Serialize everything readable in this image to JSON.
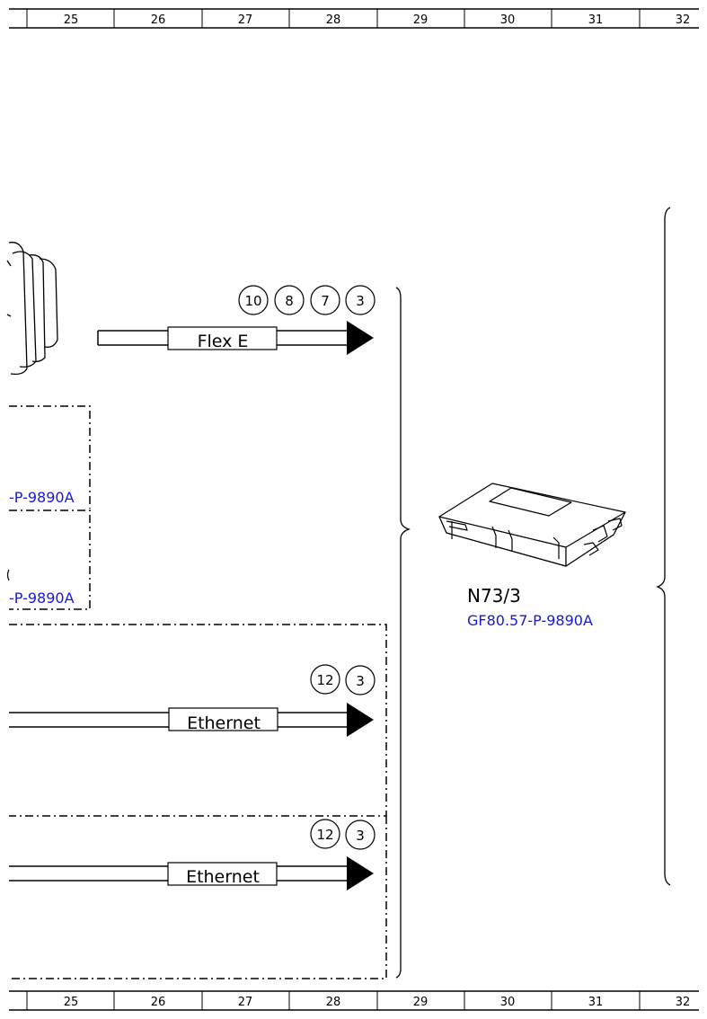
{
  "ruler": {
    "columns": [
      "25",
      "26",
      "27",
      "28",
      "29",
      "30",
      "31",
      "32"
    ]
  },
  "buses": [
    {
      "name": "Flex E",
      "markers": [
        "10",
        "8",
        "7",
        "3"
      ]
    },
    {
      "name": "Ethernet",
      "markers": [
        "12",
        "3"
      ]
    },
    {
      "name": "Ethernet",
      "markers": [
        "12",
        "3"
      ]
    }
  ],
  "left_refs": [
    "-P-9890A",
    "-P-9890A"
  ],
  "component": {
    "id": "N73/3",
    "ref": "GF80.57-P-9890A"
  },
  "colors": {
    "line": "#000000",
    "link": "#1a1ad6"
  }
}
